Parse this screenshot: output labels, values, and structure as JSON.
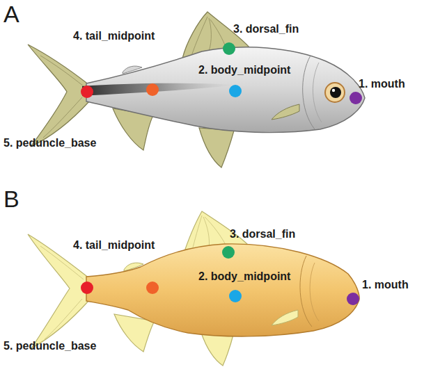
{
  "diagram": {
    "labels": [
      "A",
      "4. tail_midpoint",
      "3. dorsal_fin",
      "2. body_midpoint",
      "1. mouth",
      "5. peduncle_base",
      "B",
      "4. tail_midpoint",
      "3. dorsal_fin",
      "2. body_midpoint",
      "1. mouth",
      "5. peduncle_base"
    ]
  }
}
